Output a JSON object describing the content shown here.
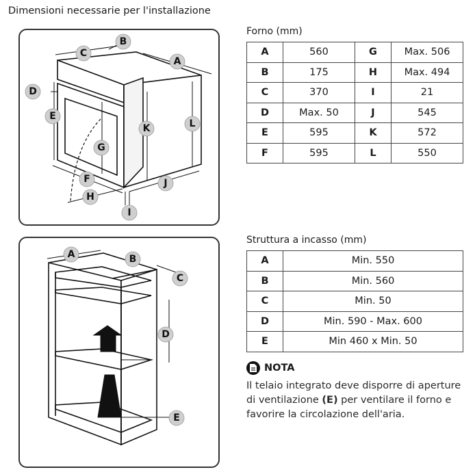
{
  "page_title": "Dimensioni necessarie per l'installazione",
  "oven": {
    "title": "Forno (mm)",
    "rows": [
      {
        "k1": "A",
        "v1": "560",
        "k2": "G",
        "v2": "Max. 506"
      },
      {
        "k1": "B",
        "v1": "175",
        "k2": "H",
        "v2": "Max. 494"
      },
      {
        "k1": "C",
        "v1": "370",
        "k2": "I",
        "v2": "21"
      },
      {
        "k1": "D",
        "v1": "Max. 50",
        "k2": "J",
        "v2": "545"
      },
      {
        "k1": "E",
        "v1": "595",
        "k2": "K",
        "v2": "572"
      },
      {
        "k1": "F",
        "v1": "595",
        "k2": "L",
        "v2": "550"
      }
    ],
    "diagram_labels": [
      "A",
      "B",
      "C",
      "D",
      "E",
      "F",
      "G",
      "H",
      "I",
      "J",
      "K",
      "L"
    ]
  },
  "frame": {
    "title": "Struttura a incasso (mm)",
    "rows": [
      {
        "k": "A",
        "v": "Min. 550"
      },
      {
        "k": "B",
        "v": "Min. 560"
      },
      {
        "k": "C",
        "v": "Min. 50"
      },
      {
        "k": "D",
        "v": "Min. 590 - Max. 600"
      },
      {
        "k": "E",
        "v": "Min 460 x Min. 50"
      }
    ],
    "diagram_labels": [
      "A",
      "B",
      "C",
      "D",
      "E"
    ]
  },
  "note": {
    "heading": "NOTA",
    "text_before": "Il telaio integrato deve disporre di aperture di ventilazione ",
    "text_bold": "(E)",
    "text_after": " per ventilare il forno e favorire la circolazione dell'aria."
  }
}
